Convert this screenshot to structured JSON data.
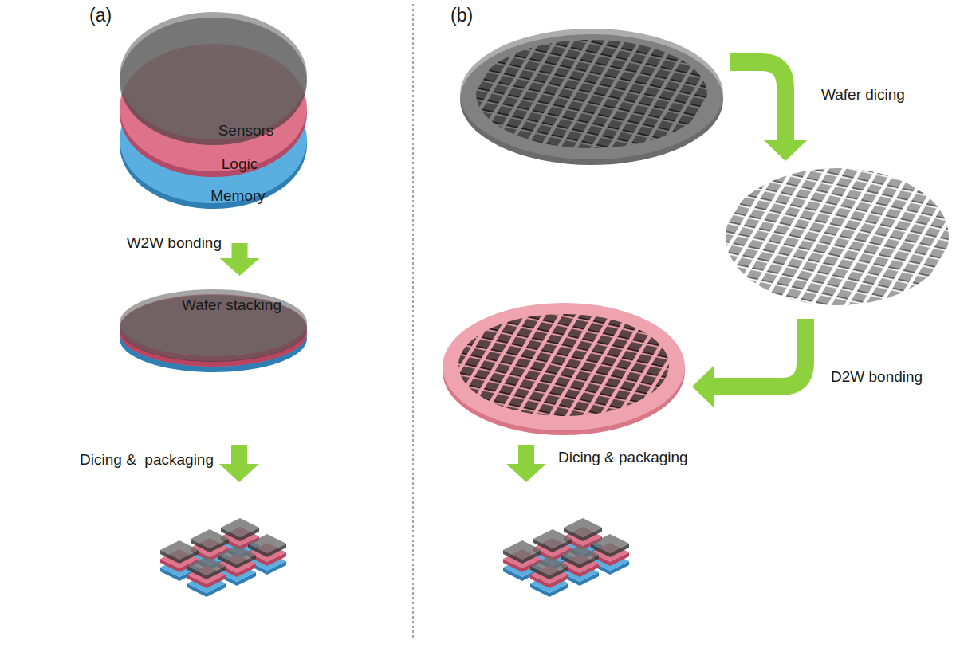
{
  "diagram": {
    "nodes": [
      {
        "text": [
          "Sensors"
        ]
      },
      {
        "text": [
          "Logic"
        ]
      },
      {
        "text": [
          "Memory"
        ]
      },
      {
        "text": [
          "Wafer stacking"
        ]
      }
    ],
    "edges": [
      {
        "from": 2,
        "to": 3,
        "arrow": "to"
      }
    ],
    "labels": [
      "(a)",
      "(b)",
      "W2W bonding",
      "Dicing &  packaging",
      "Wafer dicing",
      "D2W bonding",
      "Dicing & packaging"
    ]
  }
}
